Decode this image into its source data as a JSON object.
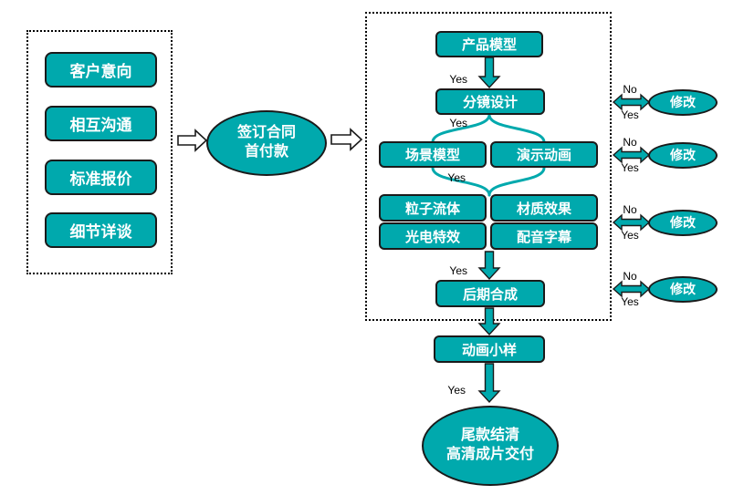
{
  "colors": {
    "shape_fill": "#00A9AD",
    "shape_border": "#1A1A1A",
    "label_text": "#000000",
    "shape_text": "#FFFFFF"
  },
  "labels": {
    "yes": "Yes",
    "no": "No"
  },
  "pre_sales": {
    "items": [
      {
        "label": "客户意向"
      },
      {
        "label": "相互沟通"
      },
      {
        "label": "标准报价"
      },
      {
        "label": "细节详谈"
      }
    ]
  },
  "contract": {
    "line1": "签订合同",
    "line2": "首付款"
  },
  "production": {
    "product_model": "产品模型",
    "storyboard_design": "分镜设计",
    "scene_model": "场景模型",
    "demo_animation": "演示动画",
    "particle_fluid": "粒子流体",
    "material_effect": "材质效果",
    "lighting_effect": "光电特效",
    "dubbing_subtitle": "配音字幕",
    "post_composition": "后期合成"
  },
  "sample": {
    "label": "动画小样"
  },
  "final_delivery": {
    "line1": "尾款结清",
    "line2": "高清成片交付"
  },
  "revise_nodes": [
    {
      "label": "修改"
    },
    {
      "label": "修改"
    },
    {
      "label": "修改"
    },
    {
      "label": "修改"
    }
  ]
}
